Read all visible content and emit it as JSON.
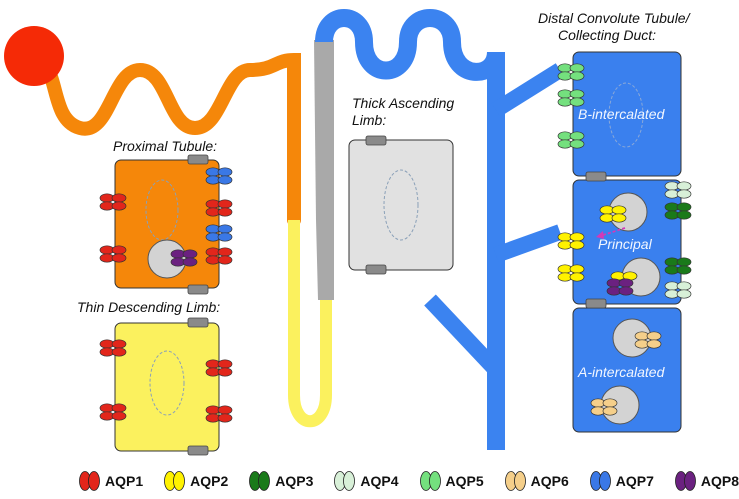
{
  "labels": {
    "proximal": "Proximal Tubule:",
    "thin_descending": "Thin Descending Limb:",
    "thick_ascending_1": "Thick Ascending",
    "thick_ascending_2": "Limb:",
    "distal_1": "Distal Convolute Tubule/",
    "distal_2": "Collecting Duct:",
    "b_intercalated": "B-intercalated",
    "principal": "Principal",
    "a_intercalated": "A-intercalated"
  },
  "colors": {
    "glomerulus": "#f52a06",
    "proximal": "#f5870a",
    "thin_limb": "#fbf15e",
    "thick_limb": "#a9a9a9",
    "distal": "#3b83f0",
    "proximal_cell": "#f5870a",
    "thin_cell": "#fbf15e",
    "thick_cell": "#e1e1e1",
    "collecting_cell": "#3a80ee",
    "junction": "#8a8a8a"
  },
  "legend": [
    {
      "name": "AQP1",
      "color": "#e2261b",
      "icon": "aqp1-icon"
    },
    {
      "name": "AQP2",
      "color": "#fff200",
      "icon": "aqp2-icon"
    },
    {
      "name": "AQP3",
      "color": "#1a7a1a",
      "icon": "aqp3-icon"
    },
    {
      "name": "AQP4",
      "color": "#d8f0d8",
      "icon": "aqp4-icon"
    },
    {
      "name": "AQP5",
      "color": "#74e07e",
      "icon": "aqp5-icon"
    },
    {
      "name": "AQP6",
      "color": "#f5cf8a",
      "icon": "aqp6-icon"
    },
    {
      "name": "AQP7",
      "color": "#3a78e6",
      "icon": "aqp7-icon"
    },
    {
      "name": "AQP8",
      "color": "#6b2180",
      "icon": "aqp8-icon"
    }
  ]
}
